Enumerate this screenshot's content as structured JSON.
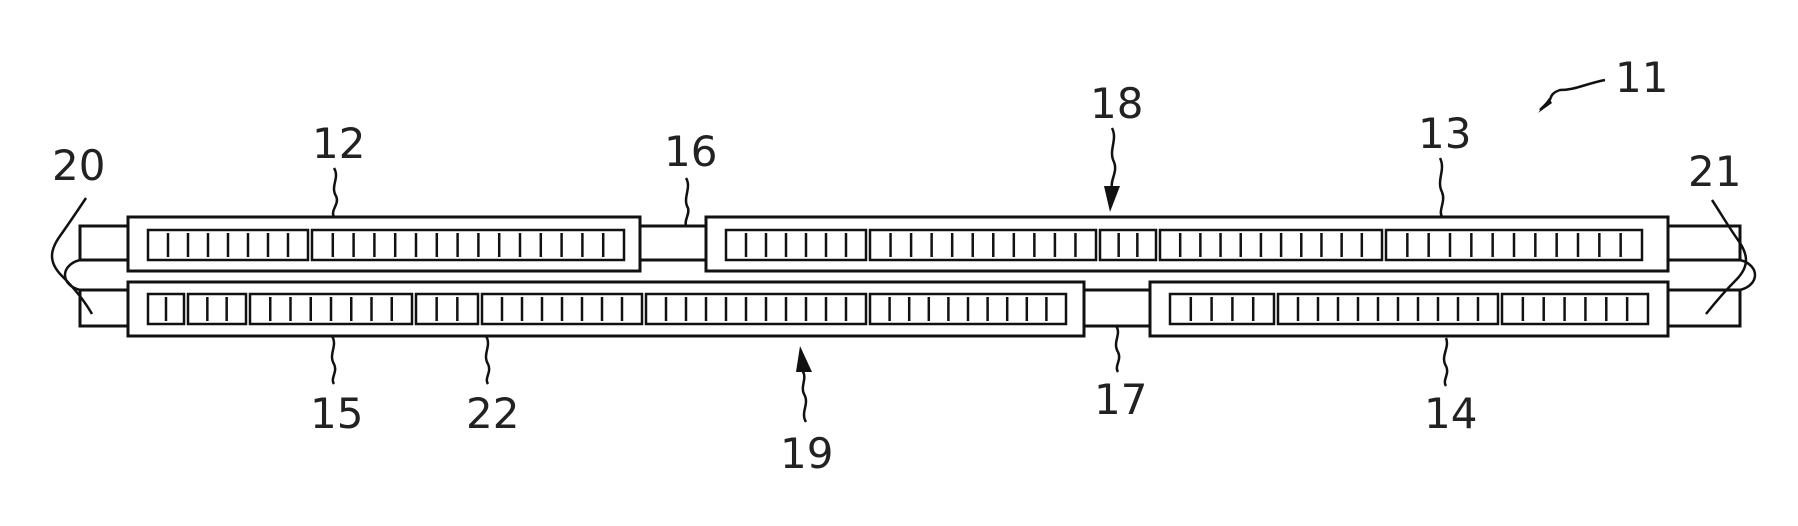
{
  "figure": {
    "reference_numerals": {
      "device": "11",
      "upper_left_panel": "12",
      "upper_right_panel": "13",
      "lower_right_panel": "14",
      "lower_left_panel": "15",
      "upper_gap": "16",
      "lower_gap": "17",
      "upper_row": "18",
      "lower_row": "19",
      "left_end": "20",
      "right_end": "21",
      "cell": "22"
    },
    "colors": {
      "line": "#111111",
      "background": "#ffffff"
    }
  }
}
